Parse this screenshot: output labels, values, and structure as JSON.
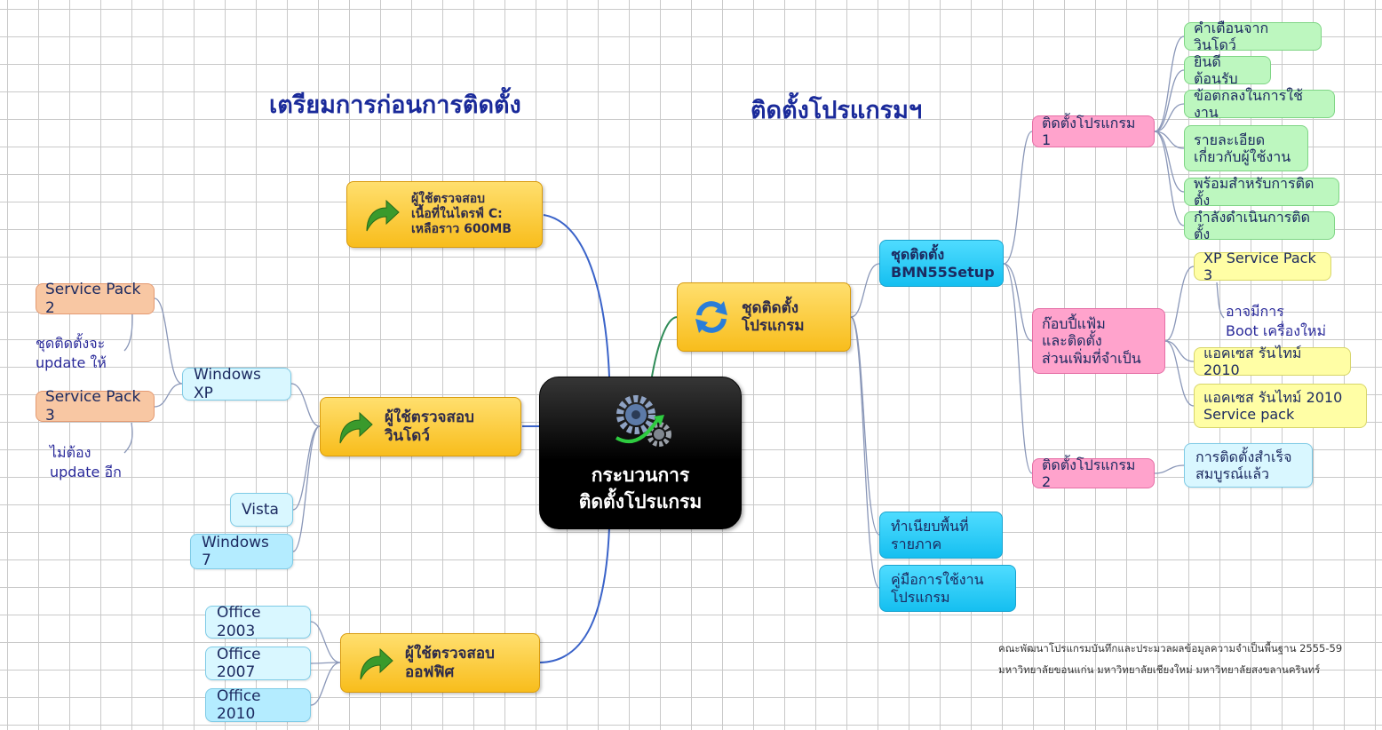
{
  "headings": {
    "left": "เตรียมการก่อนการติดตั้ง",
    "right": "ติดตั้งโปรแกรมฯ"
  },
  "center": {
    "label": "กระบวนการ\nติดตั้งโปรแกรม",
    "icon": "gears-icon"
  },
  "left": {
    "disk_check": {
      "label": "ผู้ใช้ตรวจสอบ\nเนื้อที่ในไดรฟ์ C:\nเหลือราว 600MB",
      "icon": "arrow-icon"
    },
    "windows_check": {
      "label": "ผู้ใช้ตรวจสอบ\nวินโดว์",
      "icon": "arrow-icon"
    },
    "office_check": {
      "label": "ผู้ใช้ตรวจสอบ\nออฟฟิศ",
      "icon": "arrow-icon"
    },
    "windows_xp": "Windows XP",
    "vista": "Vista",
    "windows_7": "Windows 7",
    "service_pack_2": "Service Pack 2",
    "service_pack_3": "Service Pack 3",
    "note_update": "ชุดติดตั้งจะ\nupdate ให้",
    "note_no_update": "ไม่ต้อง\nupdate อีก",
    "office_2003": "Office 2003",
    "office_2007": "Office 2007",
    "office_2010": "Office 2010"
  },
  "right": {
    "install_set": {
      "label": "ชุดติดตั้ง\nโปรแกรม",
      "icon": "refresh-icon"
    },
    "bmn_setup": "ชุดติดตั้ง\nBMN55Setup",
    "register": "ทำเนียบพื้นที่\nรายภาค",
    "manual": "คู่มือการใช้งาน\nโปรแกรม",
    "install_1": "ติดตั้งโปรแกรม 1",
    "copy_files": "ก๊อบปี้แฟ้ม\nและติดตั้ง\nส่วนเพิ่มที่จำเป็น",
    "install_2": "ติดตั้งโปรแกรม 2",
    "steps": [
      "คำเตือนจาก วินโดว์",
      "ยินดีต้อนรับ",
      "ข้อตกลงในการใช้งาน",
      "รายละเอียด\nเกี่ยวกับผู้ใช้งาน",
      "พร้อมสำหรับการติดตั้ง",
      "กำลังดำเนินการติดตั้ง"
    ],
    "xp_sp3": "XP Service Pack 3",
    "reboot_note": "อาจมีการ\nBoot เครื่องใหม่",
    "access_runtime": "แอคเซส รันไทม์ 2010",
    "access_runtime_sp": "แอคเซส รันไทม์ 2010\nService pack",
    "complete": "การติดตั้งสำเร็จ\nสมบูรณ์แล้ว"
  },
  "footer": {
    "line1": "คณะพัฒนาโปรแกรมบันทึกและประมวลผลข้อมูลความจำเป็นพื้นฐาน 2555-59",
    "line2": "มหาวิทยาลัยขอนแก่น มหาวิทยาลัยเชียงใหม่ มหาวิทยาลัยสงขลานครินทร์"
  },
  "colors": {
    "connector_blue": "#3a63c9",
    "connector_green": "#2e8b57",
    "connector_gray": "#8a97b8",
    "heading": "#1a2a9a"
  }
}
